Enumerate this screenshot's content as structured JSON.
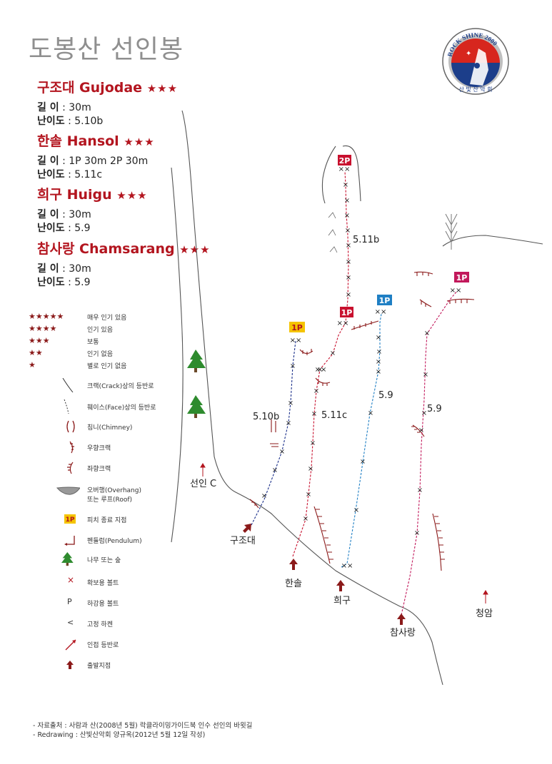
{
  "title": "도봉산 선인봉",
  "logo": {
    "text": "ROCK SHINE 2000",
    "subtext": "산 빛 산 악 회"
  },
  "routes": [
    {
      "name": "구조대 Gujodae",
      "stars": "★★★",
      "length_label": "길  이",
      "length": " : 30m",
      "grade_label": "난이도",
      "grade": " : 5.10b"
    },
    {
      "name": "한솔 Hansol",
      "stars": "★★★",
      "length_label": "길  이",
      "length": " : 1P 30m  2P 30m",
      "grade_label": "난이도",
      "grade": " : 5.11c"
    },
    {
      "name": "희구 Huigu",
      "stars": "★★★",
      "length_label": "길  이",
      "length": " : 30m",
      "grade_label": "난이도",
      "grade": " : 5.9"
    },
    {
      "name": "참사랑 Chamsarang",
      "stars": "★★★",
      "length_label": "길  이",
      "length": " : 30m",
      "grade_label": "난이도",
      "grade": " : 5.9"
    }
  ],
  "legend": [
    {
      "symbol": "★★★★★",
      "icon": "stars",
      "label": "매우 인기 있음"
    },
    {
      "symbol": "★★★★",
      "icon": "stars",
      "label": "인기 있음"
    },
    {
      "symbol": "★★★",
      "icon": "stars",
      "label": "보통"
    },
    {
      "symbol": "★★",
      "icon": "stars",
      "label": "인기 없음"
    },
    {
      "symbol": "★",
      "icon": "stars",
      "label": "별로 인기 없음"
    },
    {
      "icon": "crack-line",
      "label": "크랙(Crack)상의 등반로"
    },
    {
      "icon": "face-line",
      "label": "훼이스(Face)상의 등반로"
    },
    {
      "icon": "chimney",
      "label": "침니(Chimney)"
    },
    {
      "icon": "right-crack",
      "label": "우향크랙"
    },
    {
      "icon": "left-crack",
      "label": "좌향크랙"
    },
    {
      "icon": "overhang",
      "label": "오버행(Overhang)",
      "label2": "또는 루프(Roof)"
    },
    {
      "icon": "pitch-badge",
      "symbol": "1P",
      "label": "피치 종료 지점"
    },
    {
      "icon": "pendulum",
      "label": "펜듈럼(Pendulum)"
    },
    {
      "icon": "tree",
      "label": "나무 또는 숲"
    },
    {
      "icon": "x-bolt",
      "symbol": "×",
      "label": "확보용 볼트"
    },
    {
      "icon": "p-bolt",
      "symbol": "P",
      "label": "하강용 볼트"
    },
    {
      "icon": "piton",
      "symbol": "<",
      "label": "고정 하켄"
    },
    {
      "icon": "approach",
      "label": "인접 등반로"
    },
    {
      "icon": "start-arrow",
      "label": "출발지점"
    }
  ],
  "map": {
    "pitches": [
      {
        "id": "p2-hansol",
        "text": "2P",
        "color": "#c8102e"
      },
      {
        "id": "p1-hansol",
        "text": "1P",
        "color": "#c8102e"
      },
      {
        "id": "p1-gujodae",
        "text": "1P",
        "color": "#f5c400"
      },
      {
        "id": "p1-huigu",
        "text": "1P",
        "color": "#1f7fc4"
      },
      {
        "id": "p1-chamsarang",
        "text": "1P",
        "color": "#c2185b"
      }
    ],
    "grades": {
      "hansol_2p": "5.11b",
      "gujodae": "5.10b",
      "hansol_1p": "5.11c",
      "huigu": "5.9",
      "chamsarang": "5.9"
    },
    "starts": {
      "gujodae": "구조대",
      "hansol": "한솔",
      "huigu": "희구",
      "chamsarang": "참사랑"
    },
    "neighbors": {
      "seonin_c": "선인 C",
      "cheongam": "청암"
    }
  },
  "footer": {
    "line1": "- 자료출처 : 사람과 산(2008년 5월) 락클라이밍가이드북 인수 선인의 바윗길",
    "line2": "- Redrawing : 산빛산악회 양규옥(2012년 5월 12일 작성)"
  },
  "colors": {
    "accent": "#b3151f",
    "hansol": "#c8102e",
    "gujodae": "#1a2f8a",
    "huigu": "#1f7fc4",
    "chamsarang": "#c2185b",
    "title": "#8f8f8f"
  }
}
